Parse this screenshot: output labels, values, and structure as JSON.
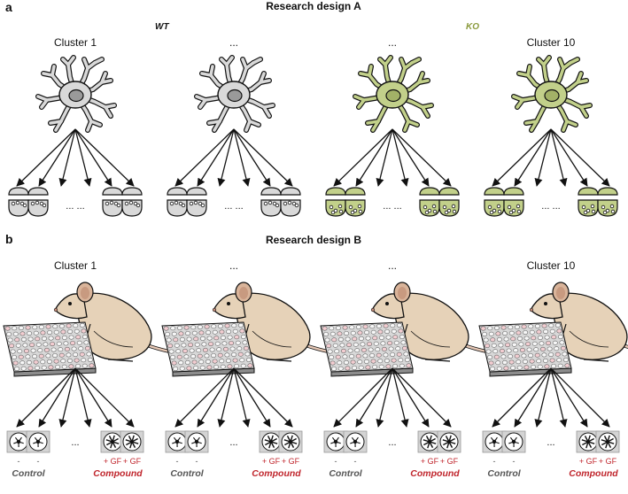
{
  "colors": {
    "wt_neuron": "#d9d9d9",
    "ko_neuron": "#c2d08a",
    "ko_label": "#8a9a3c",
    "compound": "#c0262d",
    "control": "#555555",
    "mouse_body": "#e6d2b8",
    "mouse_ear": "#d9b49a"
  },
  "panel_a": {
    "letter": "a",
    "title": "Research design A",
    "wt_label": "WT",
    "ko_label": "KO",
    "columns": [
      {
        "label": "Cluster 1",
        "genotype": "wt"
      },
      {
        "label": "...",
        "genotype": "wt"
      },
      {
        "label": "...",
        "genotype": "ko"
      },
      {
        "label": "Cluster 10",
        "genotype": "ko"
      }
    ],
    "ellipsis": "... ..."
  },
  "panel_b": {
    "letter": "b",
    "title": "Research design B",
    "columns": [
      {
        "label": "Cluster 1"
      },
      {
        "label": "..."
      },
      {
        "label": "..."
      },
      {
        "label": "Cluster 10"
      }
    ],
    "ellipsis": "...",
    "well_labels": [
      "-",
      "-",
      "+ GF",
      "+ GF"
    ],
    "control_label": "Control",
    "compound_label": "Compound"
  }
}
